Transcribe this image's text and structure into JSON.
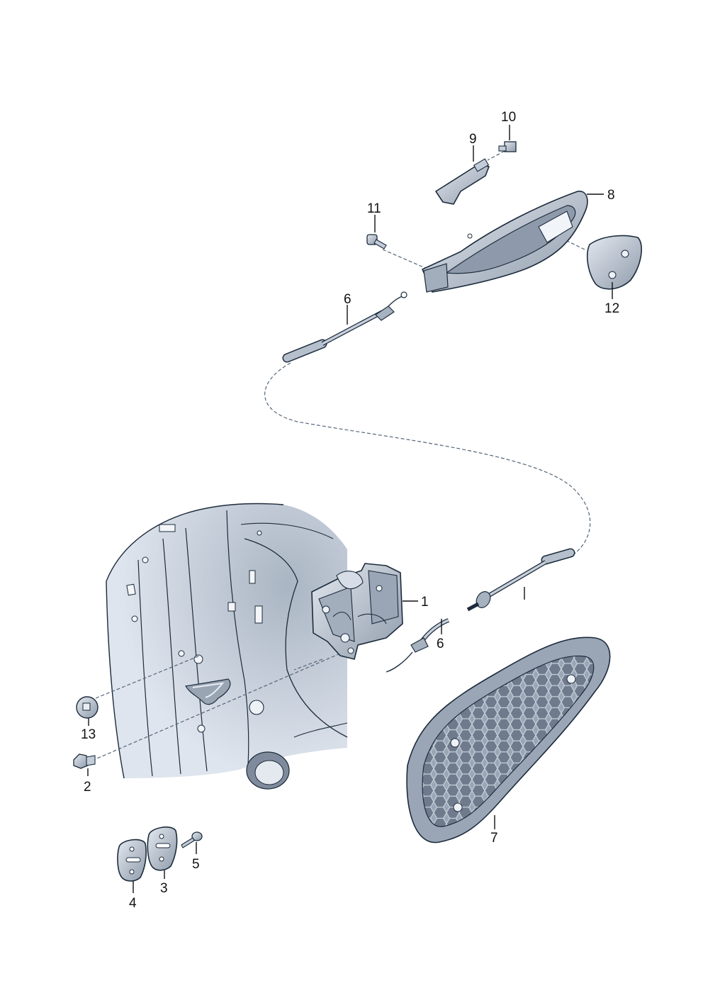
{
  "colors": {
    "part_fill": "#c3ccd9",
    "part_dark": "#8d99aa",
    "part_light": "#e6ebf2",
    "outline": "#1c2b3b",
    "body_shade": "#b6c0cd"
  },
  "callouts": {
    "c1": "1",
    "c2": "2",
    "c3": "3",
    "c4": "4",
    "c5": "5",
    "c6a": "6",
    "c6b": "6",
    "c7": "7",
    "c8": "8",
    "c9": "9",
    "c10": "10",
    "c11": "11",
    "c12": "12",
    "c13": "13"
  }
}
